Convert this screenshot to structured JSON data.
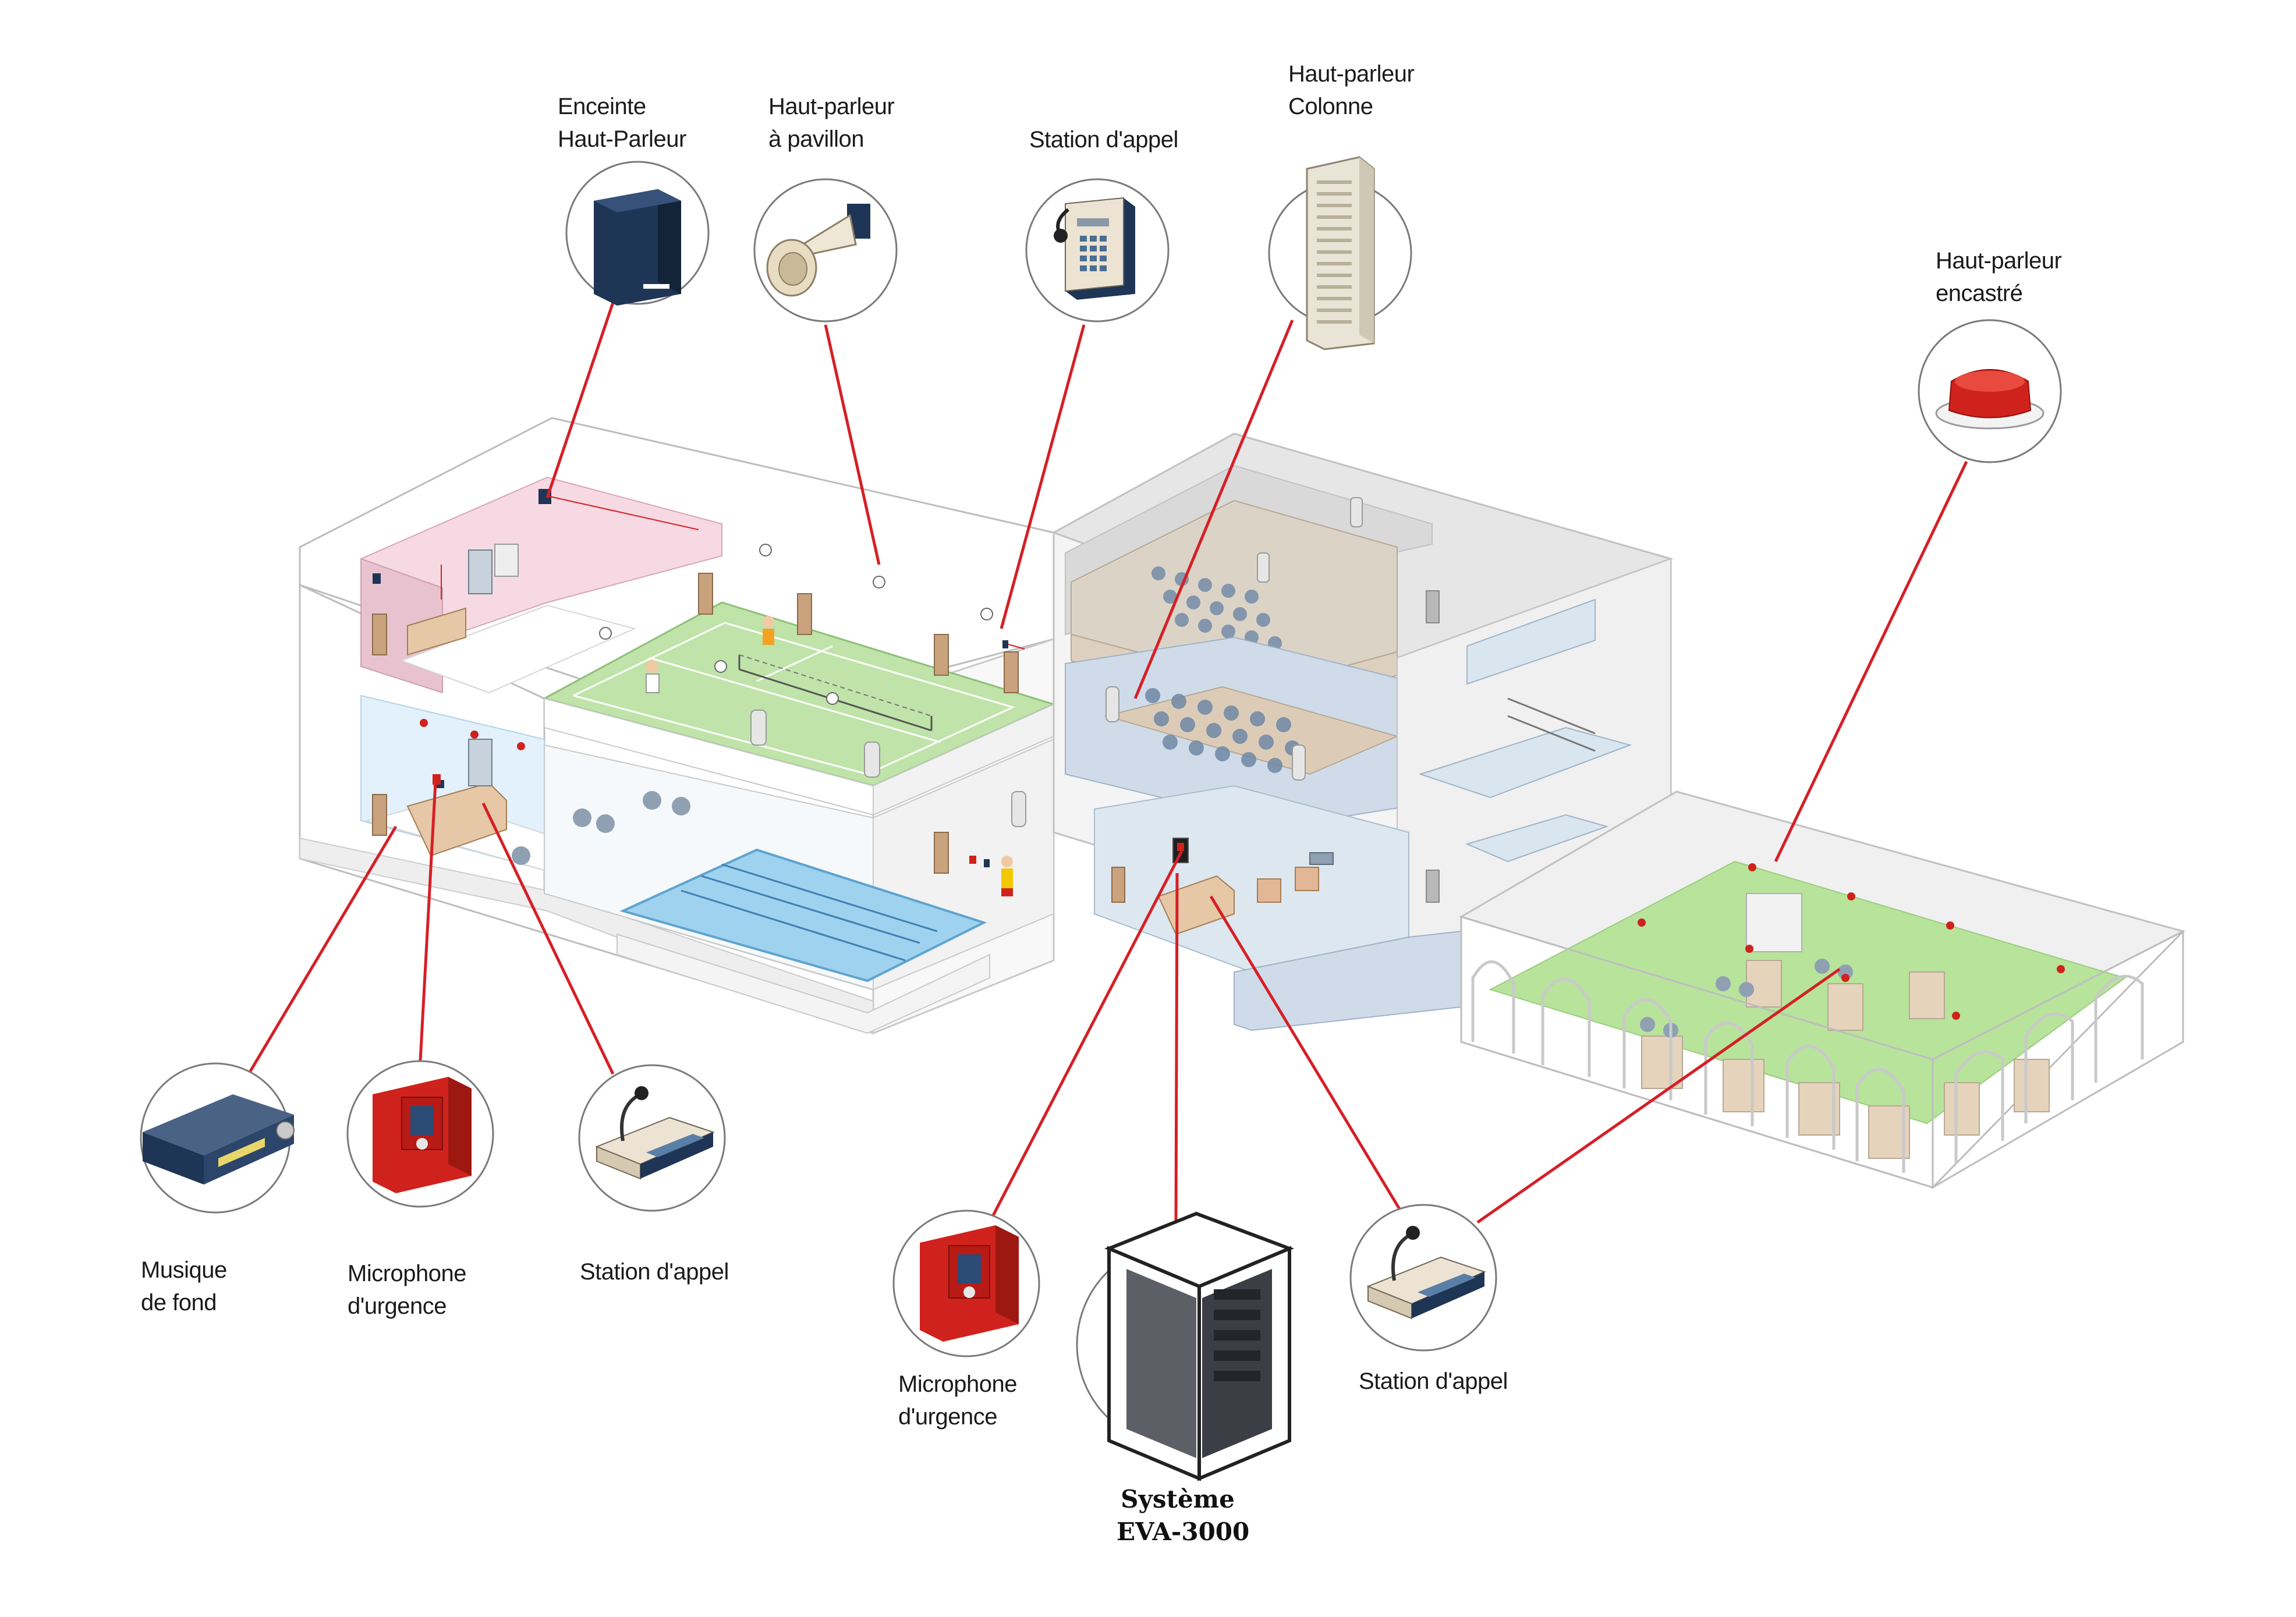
{
  "colors": {
    "connector": "#d61f26",
    "bubble_stroke": "#7a7a7a",
    "pool_water": "#9fd2ee",
    "court_green": "#bfe3a8",
    "reception_pink": "#f6d9e2",
    "reception_blue": "#e2f1fb",
    "library_floor": "#b7e39b",
    "glass_blue": "#cfe0ee",
    "device_red": "#d0221c",
    "device_navy": "#1f3556"
  },
  "devices": {
    "enceinte": {
      "line1": "Enceinte",
      "line2": "Haut-Parleur",
      "icon": "box-speaker-icon"
    },
    "pavillon": {
      "line1": "Haut-parleur",
      "line2": "à pavillon",
      "icon": "horn-speaker-icon"
    },
    "station_top": {
      "line1": "Station d'appel",
      "icon": "wall-call-station-icon"
    },
    "colonne": {
      "line1": "Haut-parleur",
      "line2": "Colonne",
      "icon": "column-speaker-icon"
    },
    "encastre": {
      "line1": "Haut-parleur",
      "line2": "encastré",
      "icon": "ceiling-speaker-icon"
    },
    "musique": {
      "line1": "Musique",
      "line2": "de fond",
      "icon": "music-player-icon"
    },
    "micro_left": {
      "line1": "Microphone",
      "line2": "d'urgence",
      "icon": "emergency-microphone-icon"
    },
    "station_left": {
      "line1": "Station d'appel",
      "icon": "desk-call-station-icon"
    },
    "micro_bottom": {
      "line1": "Microphone",
      "line2": "d'urgence",
      "icon": "emergency-microphone-icon"
    },
    "systeme": {
      "line1": "Système",
      "line2": "EVA-3000",
      "icon": "rack-cabinet-icon"
    },
    "station_right": {
      "line1": "Station d'appel",
      "icon": "desk-call-station-icon"
    }
  }
}
